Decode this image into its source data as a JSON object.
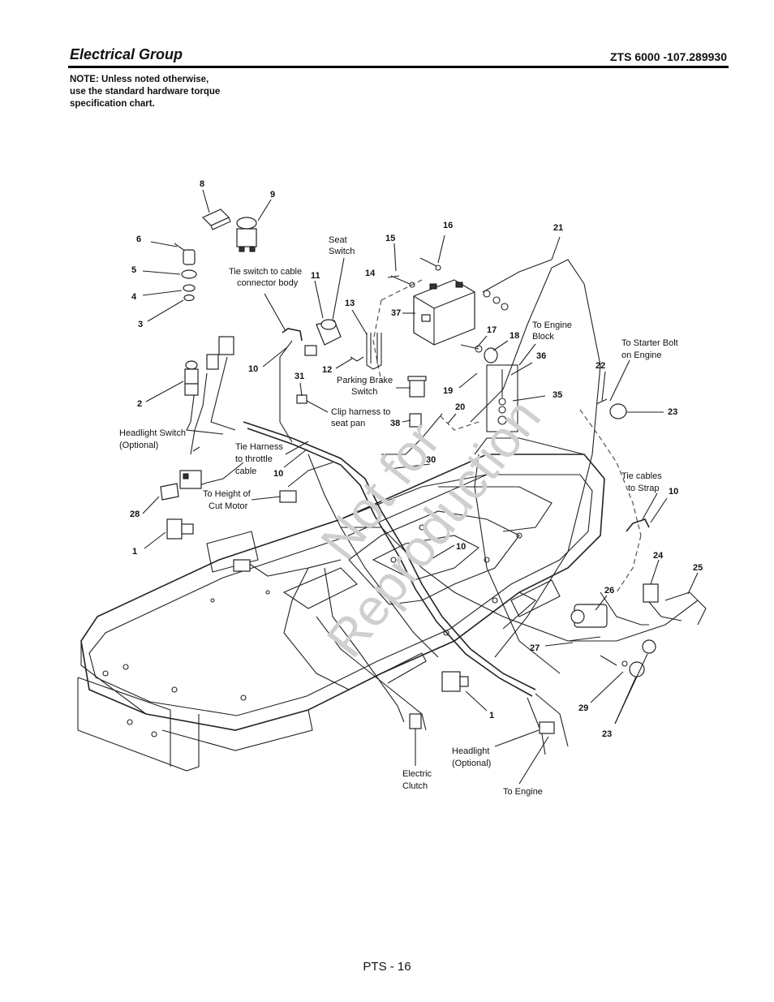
{
  "header": {
    "title": "Electrical Group",
    "model": "ZTS 6000 -107.289930"
  },
  "note": {
    "line1": "NOTE: Unless noted otherwise,",
    "line2": "use the standard hardware torque",
    "line3": "specification chart."
  },
  "footer": {
    "page": "PTS - 16"
  },
  "watermark": {
    "line1": "Not for",
    "line2": "Reproduction"
  },
  "callouts": {
    "c1": "1",
    "c1b": "1",
    "c2": "2",
    "c3": "3",
    "c4": "4",
    "c5": "5",
    "c6": "6",
    "c8": "8",
    "c9": "9",
    "c10a": "10",
    "c10b": "10",
    "c10c": "10",
    "c10d": "10",
    "c11": "11",
    "c12": "12",
    "c13": "13",
    "c14": "14",
    "c15": "15",
    "c16": "16",
    "c17": "17",
    "c18": "18",
    "c19": "19",
    "c20": "20",
    "c21": "21",
    "c22": "22",
    "c23a": "23",
    "c23b": "23",
    "c24": "24",
    "c25": "25",
    "c26": "26",
    "c27": "27",
    "c28": "28",
    "c29": "29",
    "c30": "30",
    "c31": "31",
    "c35": "35",
    "c36": "36",
    "c37": "37",
    "c38": "38"
  },
  "labels": {
    "seat_switch": [
      "Seat",
      "Switch"
    ],
    "tie_switch": [
      "Tie switch to cable",
      "connector body"
    ],
    "parking_brake": [
      "Parking Brake",
      "Switch"
    ],
    "clip_harness": [
      "Clip harness to",
      "seat pan"
    ],
    "to_engine_block": [
      "To Engine",
      "Block"
    ],
    "to_starter_bolt": [
      "To Starter Bolt",
      "on Engine"
    ],
    "headlight_switch": [
      "Headlight Switch",
      "(Optional)"
    ],
    "tie_harness": [
      "Tie Harness",
      "to throttle",
      "cable"
    ],
    "to_height": [
      "To Height of",
      "Cut Motor"
    ],
    "tie_cables": [
      "Tie cables",
      "to Strap"
    ],
    "headlight": [
      "Headlight",
      "(Optional)"
    ],
    "electric_clutch": [
      "Electric",
      "Clutch"
    ],
    "to_engine": "To Engine"
  }
}
